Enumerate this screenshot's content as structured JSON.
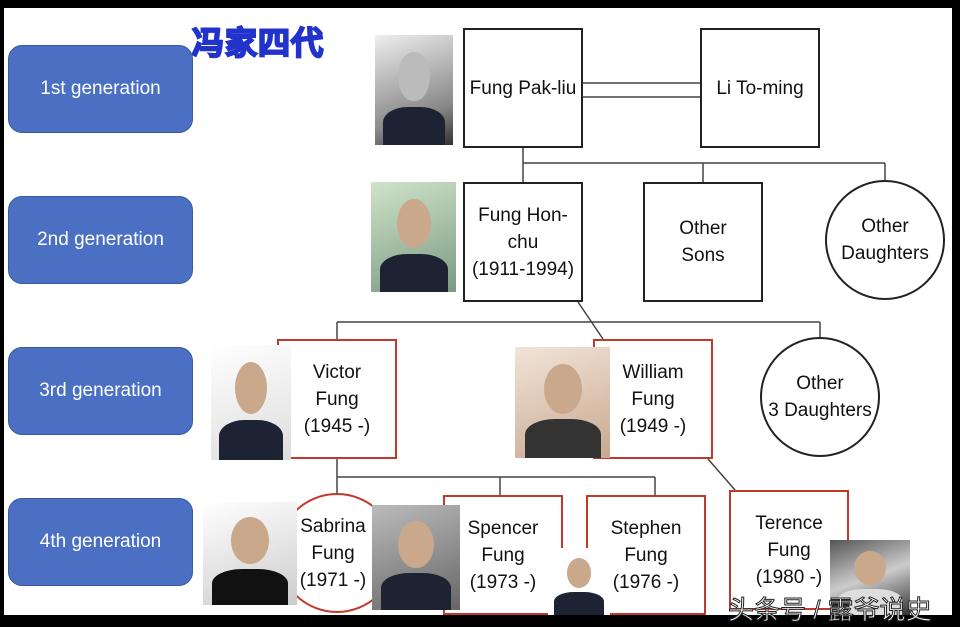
{
  "title": "冯家四代",
  "generations": [
    "1st generation",
    "2nd generation",
    "3rd generation",
    "4th generation"
  ],
  "people": {
    "fung_pak_liu": "Fung Pak-liu",
    "li_to_ming": "Li To-ming",
    "fung_hon_chu": [
      "Fung Hon-",
      "chu",
      "(1911-1994)"
    ],
    "other_sons": [
      "Other",
      "Sons"
    ],
    "other_daughters": [
      "Other",
      "Daughters"
    ],
    "victor": [
      "Victor",
      "Fung",
      "(1945 -)"
    ],
    "william": [
      "William",
      "Fung",
      "(1949 -)"
    ],
    "other_3_daughters": [
      "Other",
      "3 Daughters"
    ],
    "sabrina": [
      "Sabrina",
      "Fung",
      "(1971 -)"
    ],
    "spencer": [
      "Spencer",
      "Fung",
      "(1973 -)"
    ],
    "stephen": [
      "Stephen",
      "Fung",
      "(1976 -)"
    ],
    "terence": [
      "Terence",
      "Fung",
      "(1980 -)"
    ]
  },
  "watermark": "头条号 / 露爷说史",
  "colors": {
    "generation_pill": "#4a6fc3",
    "red_border": "#c0392b"
  }
}
